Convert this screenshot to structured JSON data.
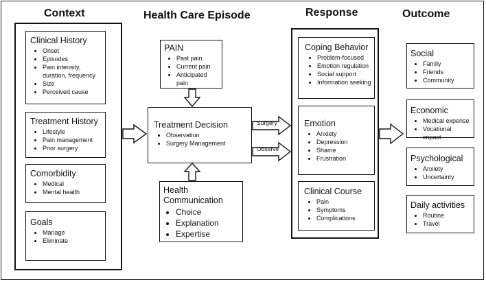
{
  "headers": {
    "context": "Context",
    "episode": "Health Care Episode",
    "response": "Response",
    "outcome": "Outcome"
  },
  "context": {
    "clinical_history": {
      "title": "Clinical History",
      "items": [
        "Onset",
        "Episodes",
        "Pain intensity, duration, frequency",
        "Size",
        "Perceived cause"
      ]
    },
    "treatment_history": {
      "title": "Treatment History",
      "items": [
        "Lifestyle",
        "Pain management",
        "Prior surgery"
      ]
    },
    "comorbidity": {
      "title": "Comorbidity",
      "items": [
        "Medical",
        "Mental health"
      ]
    },
    "goals": {
      "title": "Goals",
      "items": [
        "Manage",
        "Eliminate"
      ]
    }
  },
  "episode": {
    "pain": {
      "title": "PAIN",
      "items": [
        "Past pain",
        "Current pain",
        "Anticipated pain"
      ]
    },
    "treatment_decision": {
      "title": "Treatment Decision",
      "items": [
        "Observation",
        "Surgery Management"
      ]
    },
    "health_communication": {
      "title": "Health Communication",
      "items": [
        "Choice",
        "Explanation",
        "Expertise"
      ]
    }
  },
  "arrow_labels": {
    "surgery": "Surgery",
    "observe": "Observe"
  },
  "response": {
    "coping_behavior": {
      "title": "Coping Behavior",
      "items": [
        "Problem-focused",
        "Emotion regulation",
        "Social support",
        "Information seeking"
      ]
    },
    "emotion": {
      "title": "Emotion",
      "items": [
        "Anxiety",
        "Depression",
        "Shame",
        "Frustration"
      ]
    },
    "clinical_course": {
      "title": "Clinical Course",
      "items": [
        "Pain",
        "Symptoms",
        "Complications"
      ]
    }
  },
  "outcome": {
    "social": {
      "title": "Social",
      "items": [
        "Family",
        "Friends",
        "Community"
      ]
    },
    "economic": {
      "title": "Economic",
      "items": [
        "Medical expense",
        "Vocational impact"
      ]
    },
    "psychological": {
      "title": "Psychological",
      "items": [
        "Anxiety",
        "Uncertainty"
      ]
    },
    "daily_activities": {
      "title": "Daily activities",
      "items": [
        "Routine",
        "Travel"
      ]
    }
  }
}
